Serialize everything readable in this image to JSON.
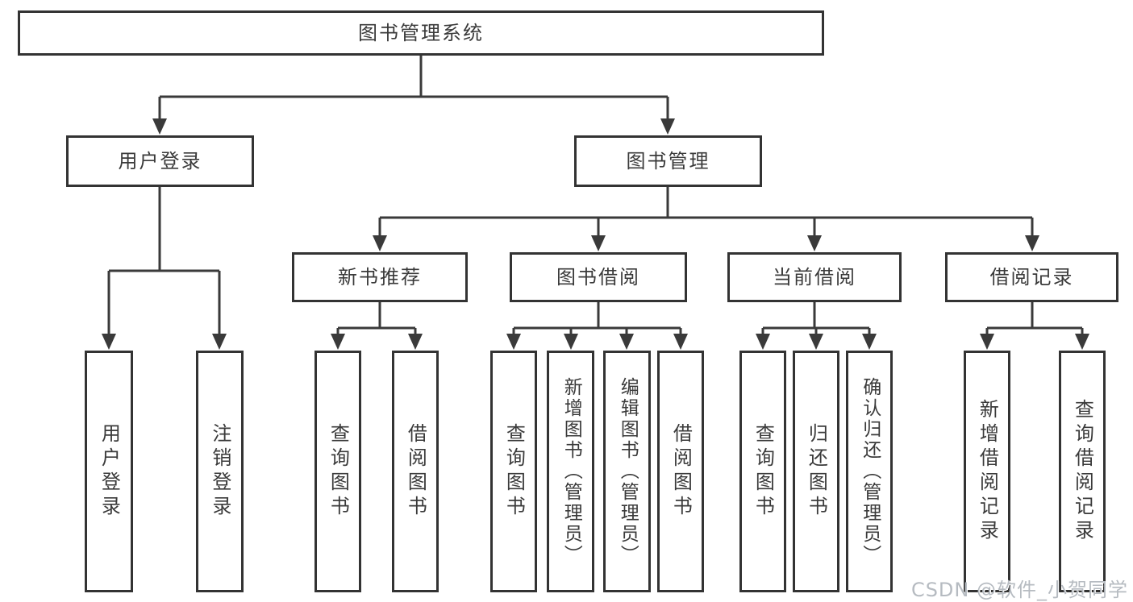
{
  "root": {
    "label": "图书管理系统"
  },
  "nodes": {
    "user_login": "用户登录",
    "book_mgmt": "图书管理",
    "new_books": "新书推荐",
    "book_borrow": "图书借阅",
    "current_borrow": "当前借阅",
    "borrow_records": "借阅记录"
  },
  "leaves": {
    "login": "用户登录",
    "logout": "注销登录",
    "nb_query": "查询图书",
    "nb_borrow": "借阅图书",
    "bb_query": "查询图书",
    "bb_add": "新增图书（管理员）",
    "bb_edit": "编辑图书（管理员）",
    "bb_borrow": "借阅图书",
    "cb_query": "查询图书",
    "cb_return": "归还图书",
    "cb_confirm": "确认归还（管理员）",
    "br_add": "新增借阅记录",
    "br_query": "查询借阅记录"
  },
  "watermark": "CSDN @软件_小贺同学",
  "colors": {
    "line": "#3a3a3a",
    "border": "#333333",
    "text": "#3a3a3a",
    "watermark": "#b6bbc1",
    "background": "#ffffff"
  }
}
